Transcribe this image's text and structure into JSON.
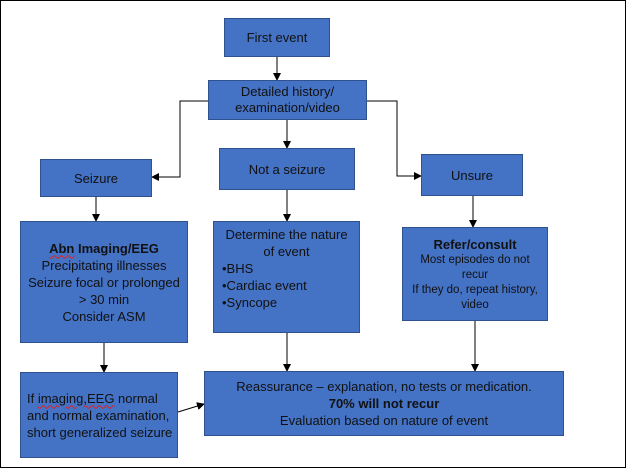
{
  "nodes": {
    "first_event": {
      "lines": [
        "First event"
      ]
    },
    "history": {
      "lines": [
        "Detailed history/",
        "examination/video"
      ]
    },
    "seizure": {
      "lines": [
        "Seizure"
      ]
    },
    "not_seizure": {
      "lines": [
        "Not a seizure"
      ]
    },
    "unsure": {
      "lines": [
        "Unsure"
      ]
    },
    "seizure_detail": {
      "heading_underlined": "Abn",
      "heading_rest": " Imaging/EEG",
      "lines": [
        "Precipitating illnesses",
        "Seizure focal or prolonged",
        "> 30 min",
        "Consider ASM"
      ]
    },
    "not_seizure_detail": {
      "lines": [
        "Determine the nature",
        "of event"
      ],
      "bullets": [
        "•BHS",
        "•Cardiac event",
        "•Syncope"
      ]
    },
    "unsure_detail": {
      "heading": "Refer/consult",
      "lines": [
        "Most episodes do not",
        "recur",
        "If they do, repeat history,",
        "video"
      ]
    },
    "imaging_normal": {
      "line1_prefix": "If ",
      "line1_underlined": "imaging,EEG",
      "line1_suffix": " normal",
      "lines": [
        "and normal examination,",
        "short generalized seizure"
      ]
    },
    "reassurance": {
      "line1": "Reassurance – explanation, no tests or medication.",
      "line2": "70% will not recur",
      "line3": "Evaluation based on nature of event"
    }
  },
  "colors": {
    "box_fill": "#4472c4",
    "box_border": "#2f528f",
    "arrow": "#000000"
  }
}
